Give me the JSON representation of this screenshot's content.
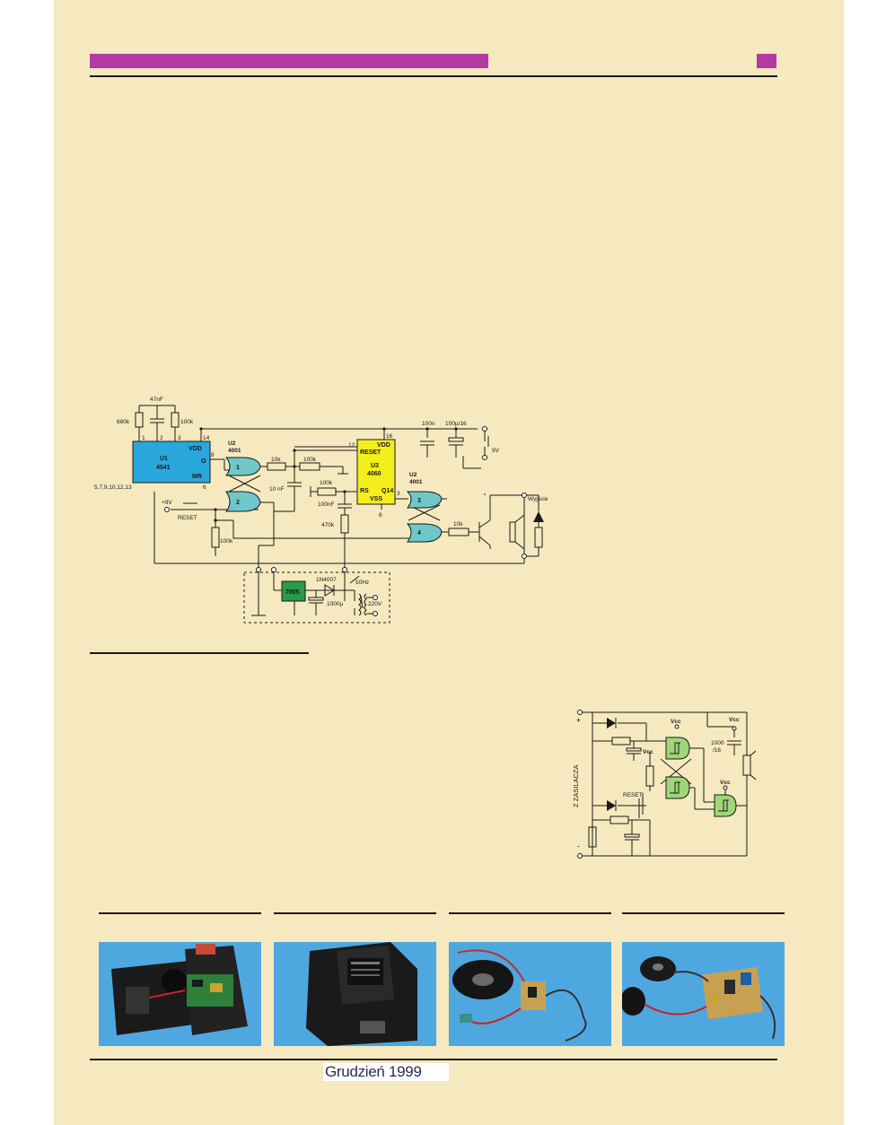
{
  "footer": {
    "date": "Grudzień 1999"
  },
  "colors": {
    "page_bg": "#f6e9bf",
    "header_accent": "#b23aa0",
    "u1_fill": "#2aa7dc",
    "u3_fill": "#f4ee1c",
    "gate_fill": "#6fc7c9",
    "regulator_fill": "#2b9a4a",
    "gate2_fill": "#9fd67a"
  },
  "schematic1": {
    "u1": {
      "ref": "U1",
      "part": "4541",
      "vdd": "VDD",
      "o": "O",
      "mr": "MR"
    },
    "u3": {
      "reset": "RESET",
      "ref": "U3",
      "part": "4060",
      "rs": "RS",
      "q14": "Q14",
      "vss": "VSS"
    },
    "u2a": {
      "ref": "U2",
      "part": "4001"
    },
    "u2b": {
      "ref": "U2",
      "part": "4001"
    },
    "gate1": "1",
    "gate2": "2",
    "gate3": "3",
    "gate4": "4",
    "pins": {
      "p1": "1",
      "p2": "2",
      "p3": "3",
      "p14": "14",
      "p8": "8",
      "p6": "6",
      "p12": "12",
      "p16": "16",
      "p3b": "3",
      "p8b": "8",
      "u1_gnd_pins": "5,7,9,10,12,13"
    },
    "components": {
      "c47n": "47nF",
      "r680k": "680k",
      "r100k_top": "100k",
      "r10k_a": "10k",
      "r100k_b": "100k",
      "c10n": "10 nF",
      "r100k_c": "100k",
      "c100nf": "100nF",
      "r470k": "470k",
      "r100k_d": "100k",
      "r10k_b": "10k",
      "c100n": "100n",
      "c100u": "100µ/16",
      "batt": "9V",
      "plus9": "+9V",
      "reset": "RESET",
      "out": "Wyjście",
      "reg": "7805",
      "diode": "1N4007",
      "freq": "50Hz",
      "mains": "220V",
      "c1000": "1000µ"
    }
  },
  "schematic2": {
    "side_label": "Z ZASILACZA",
    "vcc1": "Vcc",
    "vcc2": "Vcc",
    "vcc3": "Vcc",
    "vcc4": "Vcc",
    "cap": "1000",
    "cap2": "/16",
    "reset": "RESET",
    "plus": "+",
    "minus": "-"
  },
  "photos": [
    "open-box-device",
    "power-adapter",
    "speaker-with-board",
    "buzzer-with-board"
  ]
}
